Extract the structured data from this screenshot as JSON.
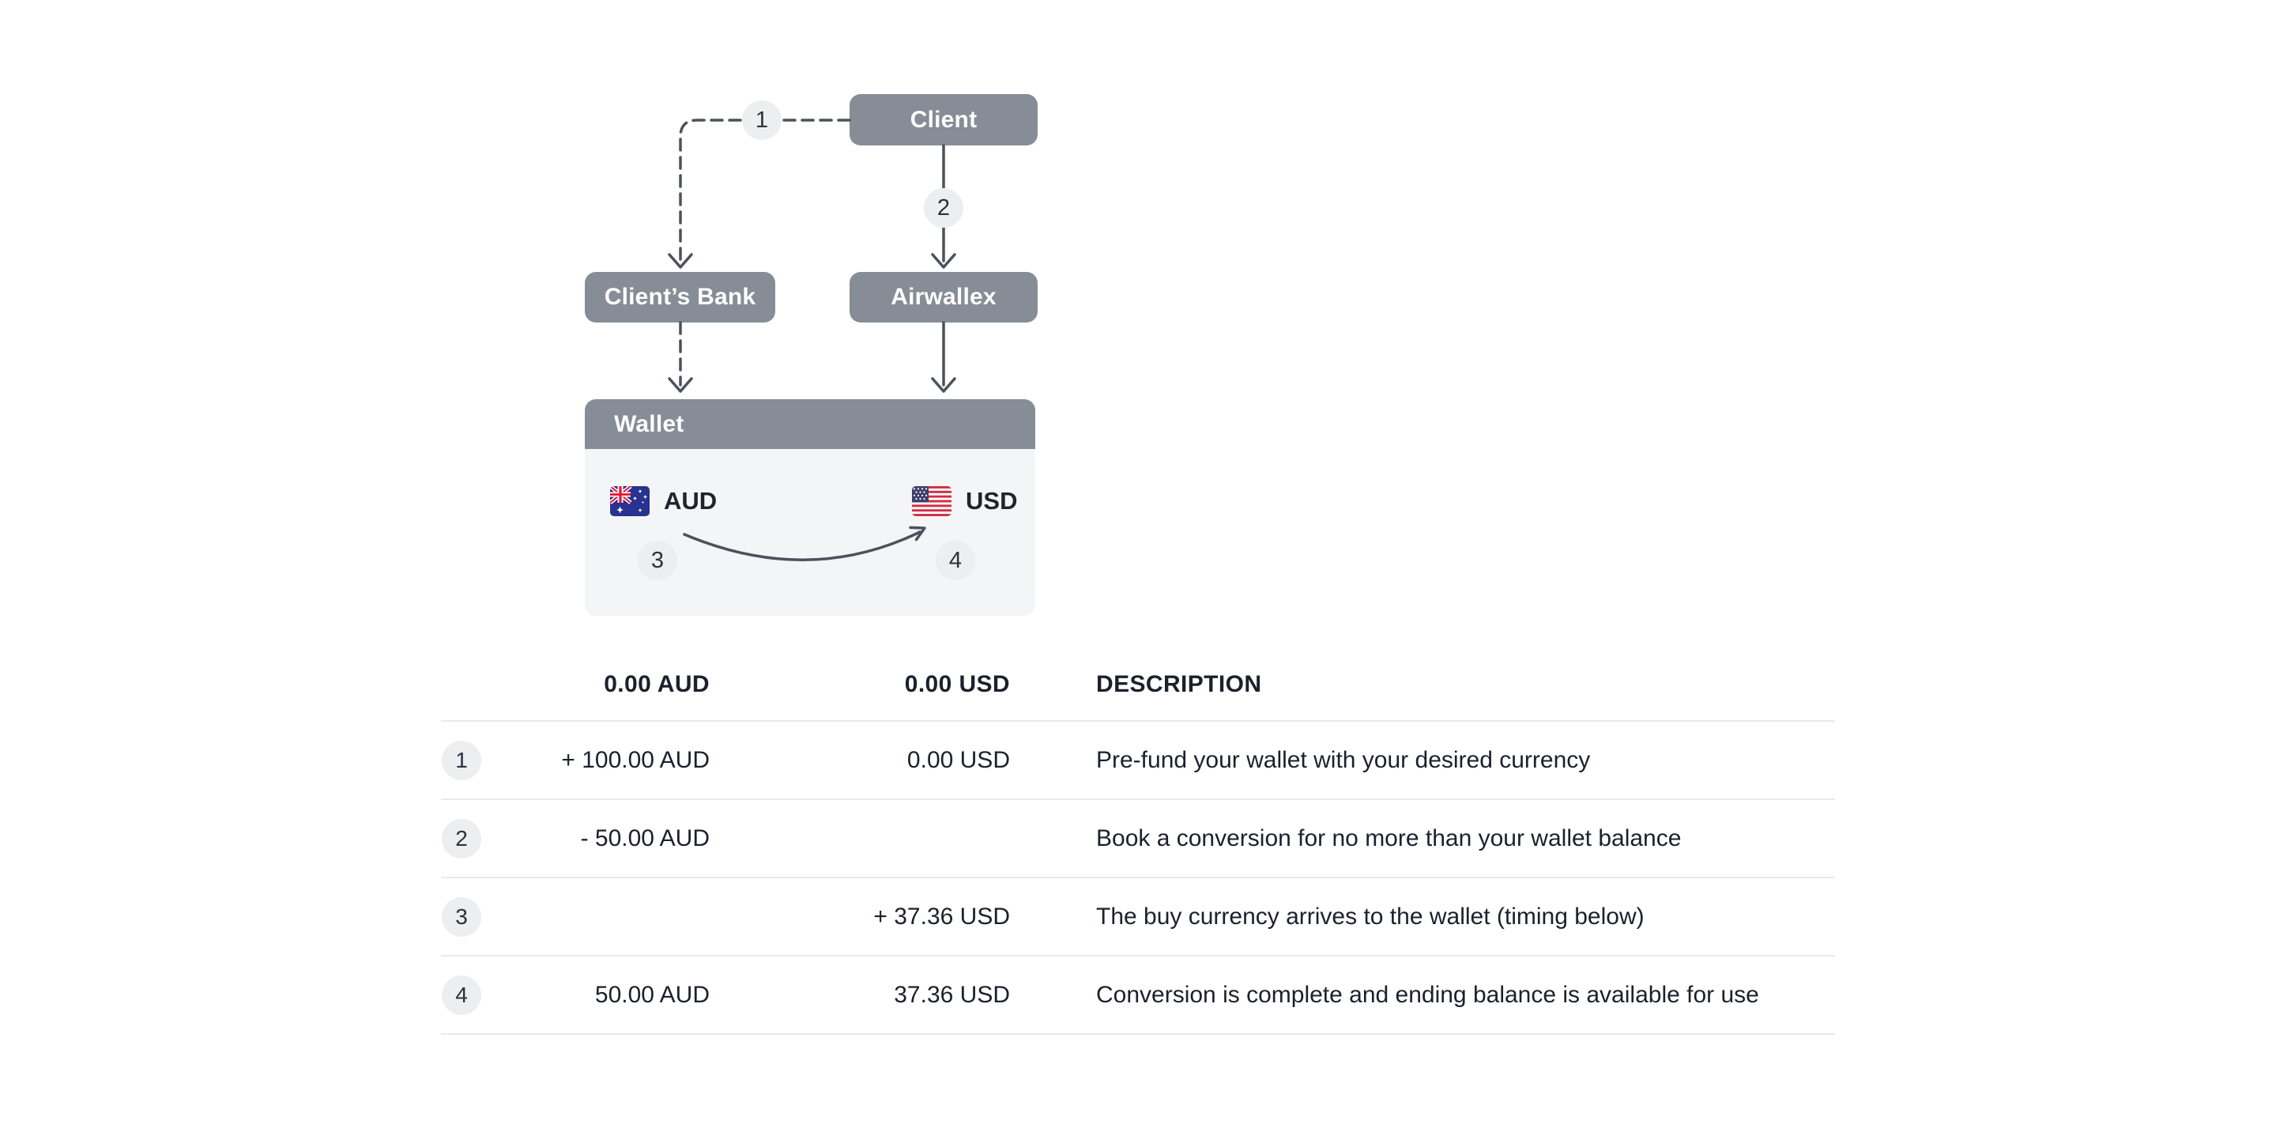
{
  "diagram": {
    "nodes": {
      "client": "Client",
      "clients_bank": "Client’s Bank",
      "airwallex": "Airwallex",
      "wallet": "Wallet"
    },
    "markers": {
      "m1": "1",
      "m2": "2",
      "m3": "3",
      "m4": "4"
    },
    "currencies": {
      "aud": {
        "code": "AUD",
        "flag": "australia-flag"
      },
      "usd": {
        "code": "USD",
        "flag": "united-states-flag"
      }
    }
  },
  "table": {
    "header": {
      "aud": "0.00 AUD",
      "usd": "0.00 USD",
      "description": "DESCRIPTION"
    },
    "rows": [
      {
        "step": "1",
        "aud": "+ 100.00 AUD",
        "usd": "0.00 USD",
        "description": "Pre-fund your wallet with your desired currency"
      },
      {
        "step": "2",
        "aud": "- 50.00 AUD",
        "usd": "",
        "description": "Book a conversion for no more than your wallet balance"
      },
      {
        "step": "3",
        "aud": "",
        "usd": "+ 37.36 USD",
        "description": "The buy currency arrives to the wallet (timing below)"
      },
      {
        "step": "4",
        "aud": "50.00 AUD",
        "usd": "37.36 USD",
        "description": "Conversion is complete and ending balance is available for use"
      }
    ]
  },
  "colors": {
    "node_fill": "#868D97",
    "node_text": "#FFFFFF",
    "wallet_body": "#F4F5F7",
    "marker_fill": "#ECEEF0",
    "marker_text": "#2B313B",
    "connector": "#4B525B",
    "divider": "#E9EAEC",
    "text": "#1B212C",
    "background": "#FFFFFF"
  }
}
